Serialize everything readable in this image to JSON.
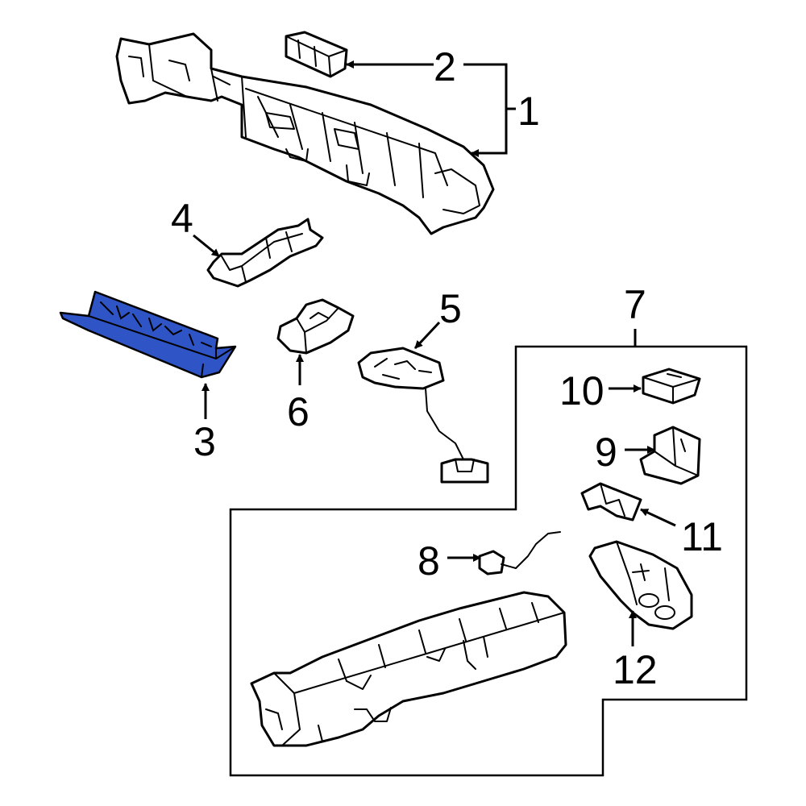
{
  "diagram": {
    "highlight_color": "#2f54c6",
    "callouts": [
      {
        "id": "1",
        "label": "1"
      },
      {
        "id": "2",
        "label": "2"
      },
      {
        "id": "3",
        "label": "3"
      },
      {
        "id": "4",
        "label": "4"
      },
      {
        "id": "5",
        "label": "5"
      },
      {
        "id": "6",
        "label": "6"
      },
      {
        "id": "7",
        "label": "7"
      },
      {
        "id": "8",
        "label": "8"
      },
      {
        "id": "9",
        "label": "9"
      },
      {
        "id": "10",
        "label": "10"
      },
      {
        "id": "11",
        "label": "11"
      },
      {
        "id": "12",
        "label": "12"
      }
    ],
    "highlighted_part": "3"
  }
}
